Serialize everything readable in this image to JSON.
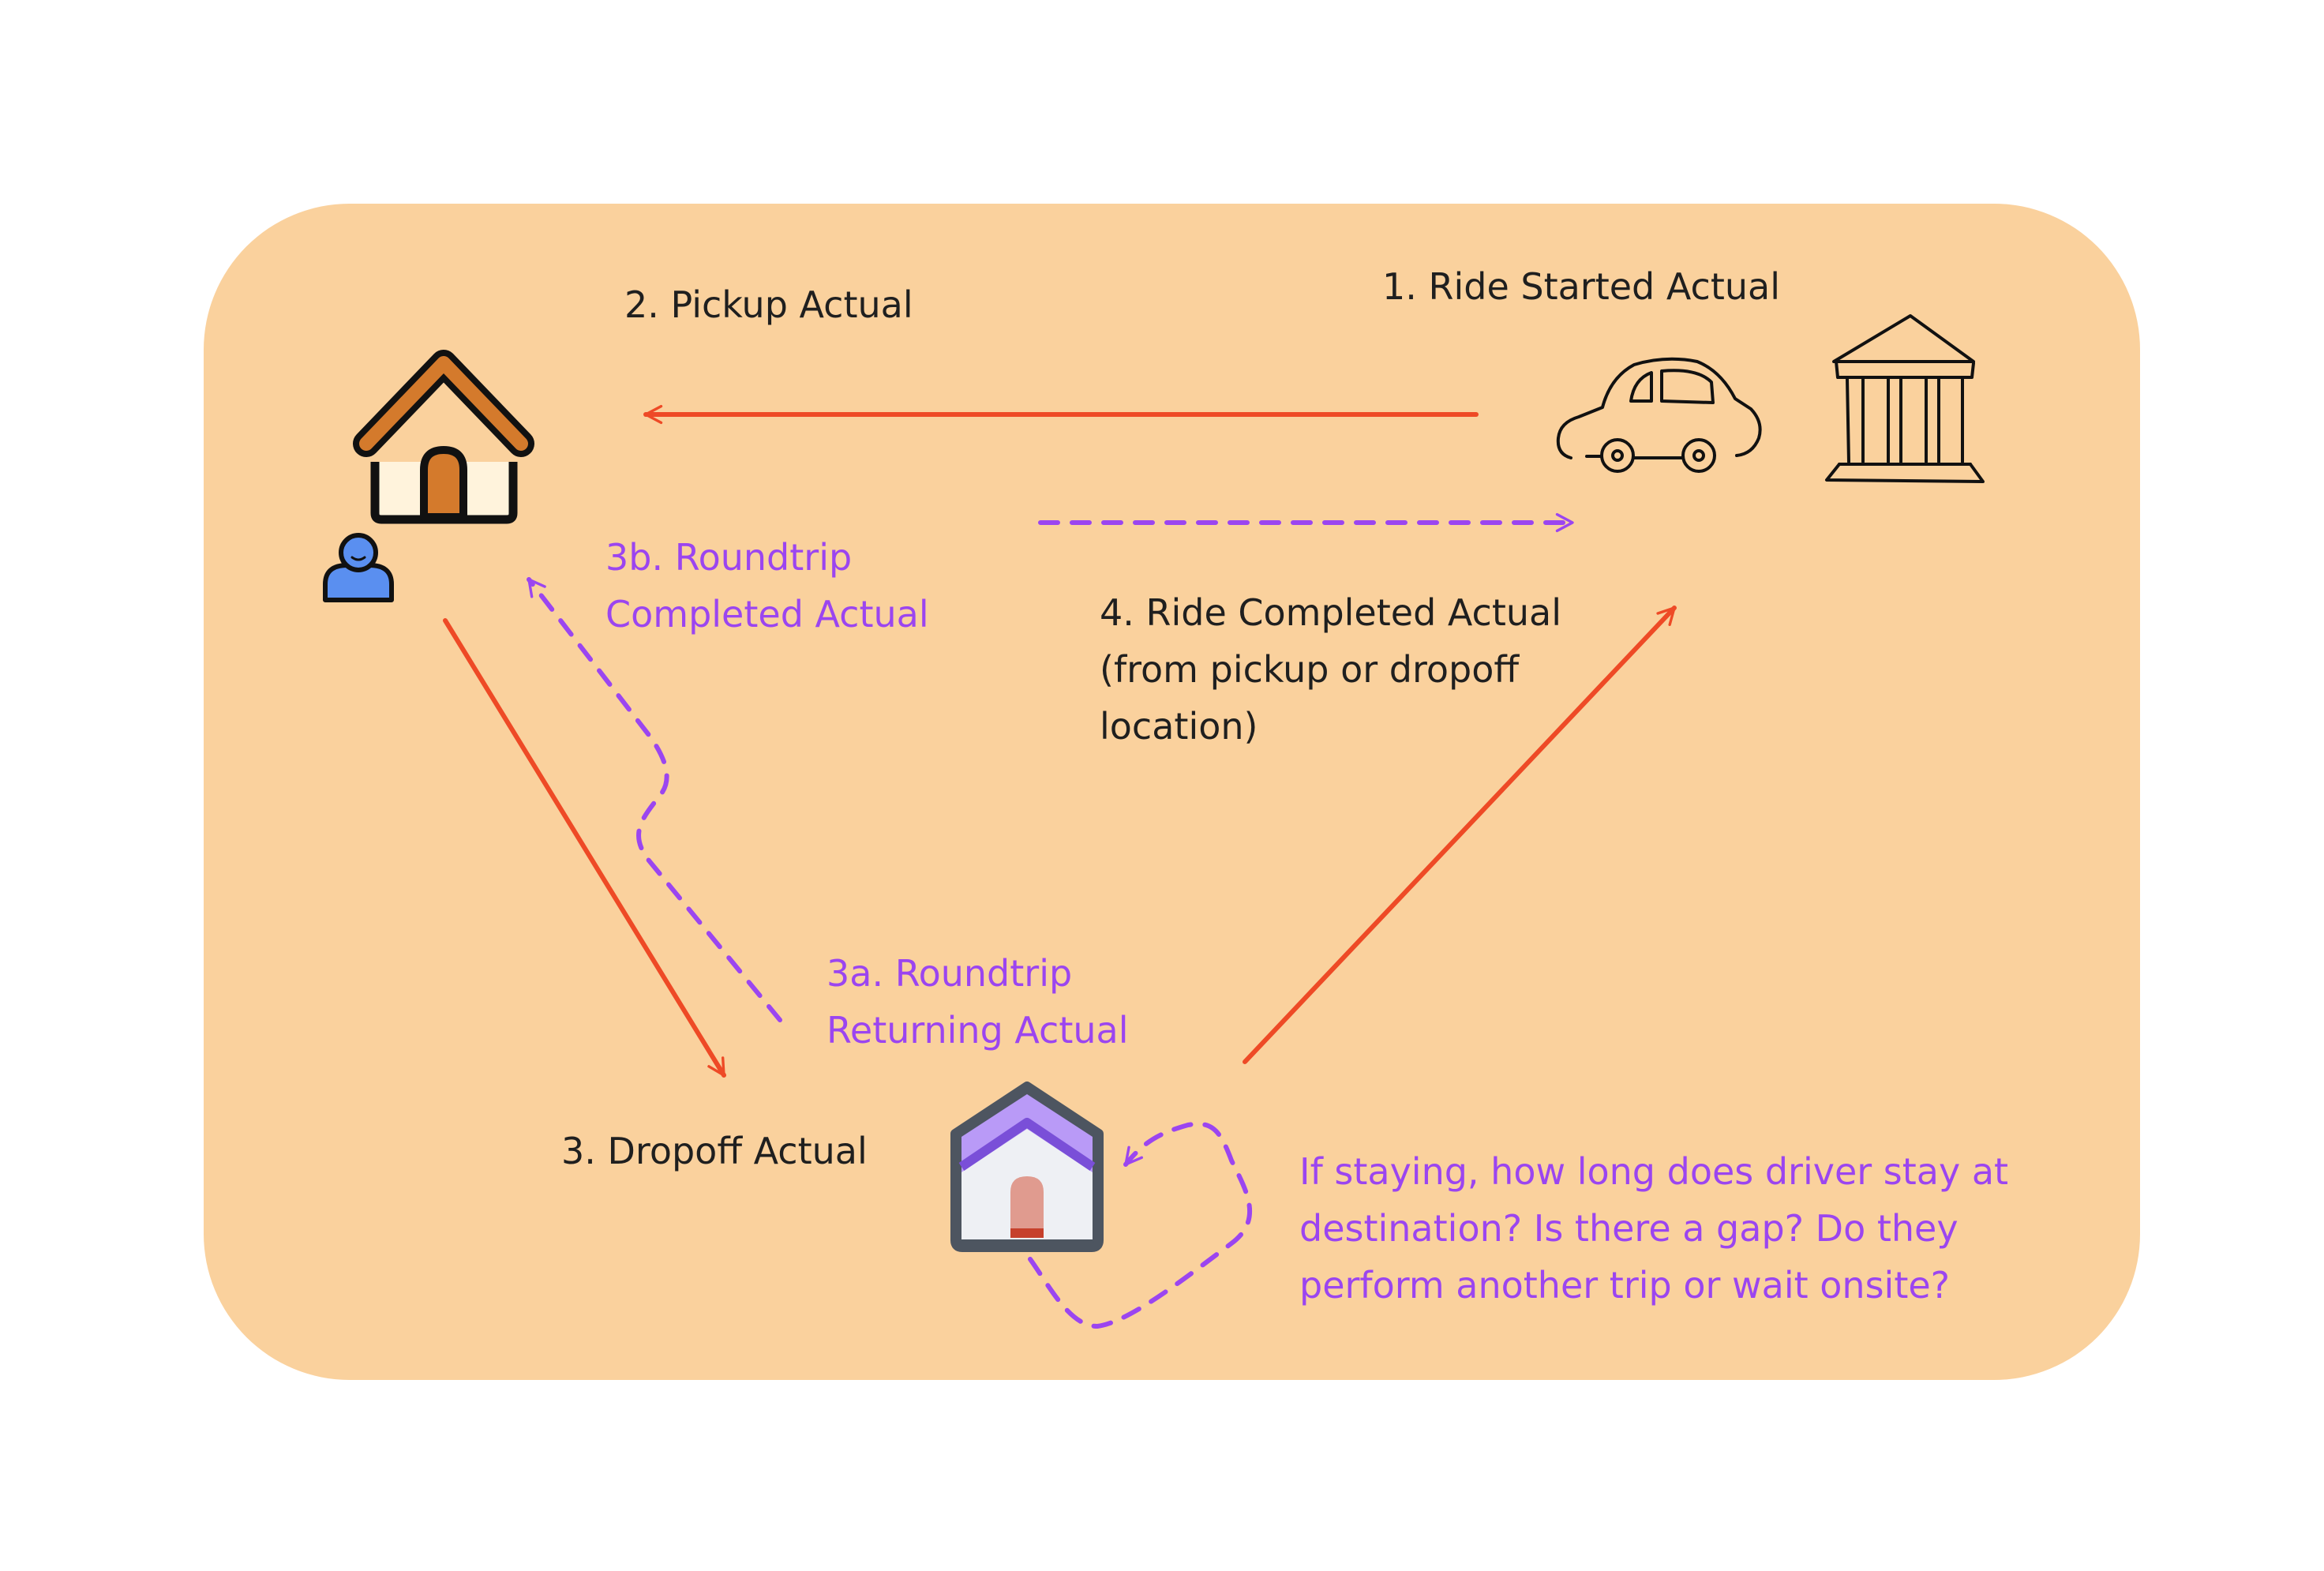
{
  "colors": {
    "background": "#ffffff",
    "panel": "#fad19d",
    "solid_arrow": "#ee4a26",
    "dashed_arrow": "#9b45f0",
    "text_dark": "#1f1f1f",
    "text_purple": "#9b45f0"
  },
  "icons": {
    "pickup_house": "house-icon",
    "person": "person-icon",
    "car": "car-icon",
    "building": "courthouse-icon",
    "dropoff_house": "destination-house-icon"
  },
  "labels": {
    "ride_started": "1. Ride Started Actual",
    "pickup": "2. Pickup Actual",
    "dropoff": "3. Dropoff Actual",
    "roundtrip_returning": "3a. Roundtrip\nReturning Actual",
    "roundtrip_completed": "3b. Roundtrip\nCompleted Actual",
    "ride_completed": "4. Ride Completed Actual\n(from pickup or dropoff\nlocation)",
    "staying_question": "If staying, how long does driver stay at\ndestination? Is there a gap? Do they\nperform another trip or wait onsite?"
  }
}
